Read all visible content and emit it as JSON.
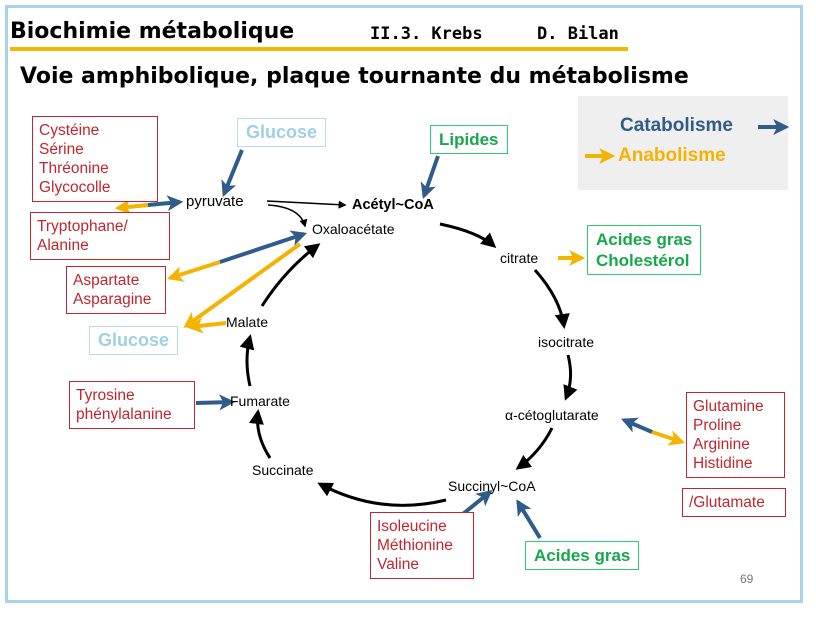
{
  "header": {
    "course": "Biochimie métabolique",
    "section": "II.3. Krebs",
    "author": "D. Bilan"
  },
  "title": "Voie amphibolique, plaque tournante du métabolisme",
  "legend": {
    "catabolism": "Catabolisme",
    "anabolism": "Anabolisme",
    "catabolism_color": "#2f5c8a",
    "anabolism_color": "#f5b301"
  },
  "cycle": {
    "pyruvate": "pyruvate",
    "acetyl_coa": "Acétyl~CoA",
    "oxaloacetate": "Oxaloacétate",
    "citrate": "citrate",
    "isocitrate": "isocitrate",
    "alpha_ketoglutarate": "α-cétoglutarate",
    "succinyl_coa": "Succinyl~CoA",
    "succinate": "Succinate",
    "fumarate": "Fumarate",
    "malate": "Malate"
  },
  "inputs": {
    "glucose_top": "Glucose",
    "glucose_bottom": "Glucose",
    "lipides": "Lipides",
    "acides_gras_cholesterol": [
      "Acides gras",
      "Cholestérol"
    ],
    "acides_gras_bottom": "Acides gras"
  },
  "amino_acids": {
    "pyruvate_group": [
      "Cystéine",
      "Sérine",
      "Thréonine",
      "Glycocolle"
    ],
    "tryptophane_alanine": [
      "Tryptophane/",
      "Alanine"
    ],
    "aspartate_asparagine": [
      "Aspartate",
      "Asparagine"
    ],
    "tyrosine_phenylalanine": [
      "Tyrosine",
      "phénylalanine"
    ],
    "akg_group": [
      "Glutamine",
      "Proline",
      "Arginine",
      "Histidine"
    ],
    "glutamate": "/Glutamate",
    "succinyl_group": [
      "Isoleucine",
      "Méthionine",
      "Valine"
    ]
  },
  "page_number": "69"
}
